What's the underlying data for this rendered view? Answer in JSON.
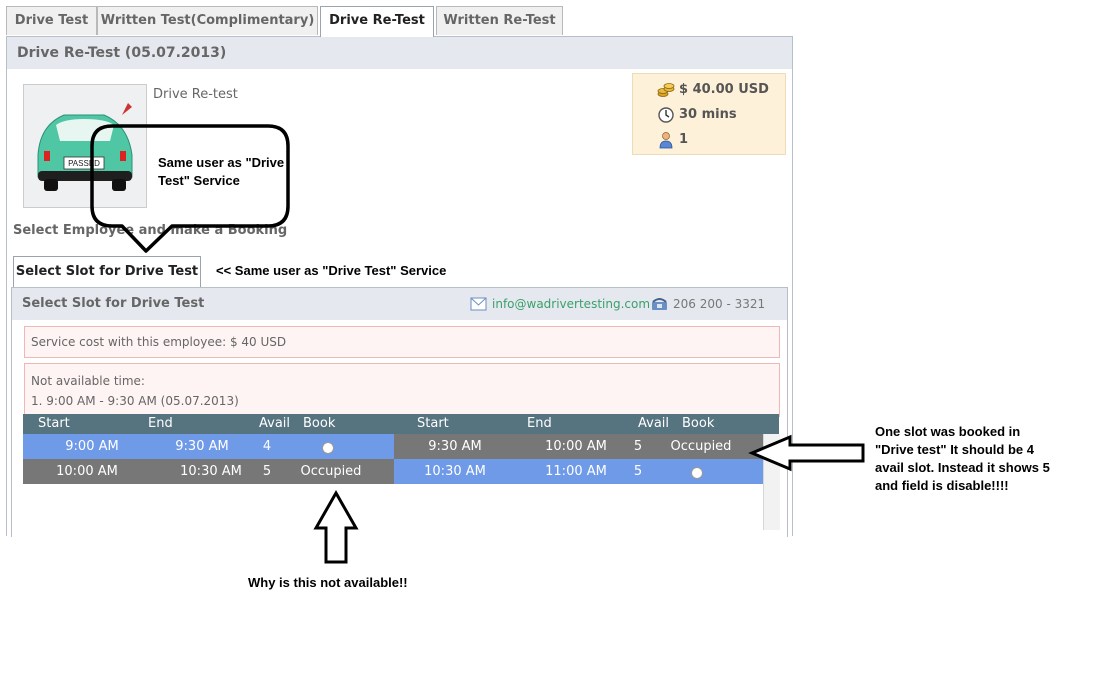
{
  "tabs": [
    {
      "label": "Drive Test",
      "active": false
    },
    {
      "label": "Written Test(Complimentary)",
      "active": false
    },
    {
      "label": "Drive Re-Test",
      "active": true
    },
    {
      "label": "Written Re-Test",
      "active": false
    }
  ],
  "panel": {
    "title": "Drive Re-Test (05.07.2013)",
    "service_name": "Drive Re-test",
    "thumb_plate": "PASSED",
    "price": "$ 40.00 USD",
    "duration": "30 mins",
    "capacity": "1",
    "select_employee_label": "Select Employee and make a Booking"
  },
  "inner": {
    "tab_label": "Select Slot for Drive Test",
    "title": "Select Slot for Drive Test",
    "email": "info@wadrivertesting.com",
    "phone": "206 200 - 3321",
    "service_cost": "Service cost with this employee: $ 40 USD",
    "not_available_label": "Not available time:",
    "not_available_item": "1. 9:00 AM - 9:30 AM (05.07.2013)"
  },
  "slot_table": {
    "headers": [
      "Start",
      "End",
      "Avail",
      "Book",
      "Start",
      "End",
      "Avail",
      "Book"
    ],
    "rows": [
      [
        {
          "start": "9:00 AM",
          "end": "9:30 AM",
          "avail": "4",
          "book": "radio",
          "bg": "#6f9ae8"
        },
        {
          "start": "9:30 AM",
          "end": "10:00 AM",
          "avail": "5",
          "book": "Occupied",
          "bg": "#777777"
        }
      ],
      [
        {
          "start": "10:00 AM",
          "end": "10:30 AM",
          "avail": "5",
          "book": "Occupied",
          "bg": "#777777"
        },
        {
          "start": "10:30 AM",
          "end": "11:00 AM",
          "avail": "5",
          "book": "radio",
          "bg": "#6f9ae8"
        }
      ]
    ]
  },
  "annotations": {
    "bubble_text": "Same user as \"Drive Test\" Service",
    "tab_note": "<< Same user as \"Drive Test\" Service",
    "right_note": "One slot was booked in \"Drive test\" It should be 4 avail slot. Instead it shows 5 and field is disable!!!!",
    "bottom_note": "Why is this not available!!"
  },
  "colors": {
    "header_bg": "#e5e9ef",
    "table_head": "#567380",
    "slot_free": "#6f9ae8",
    "slot_occupied": "#777777",
    "price_box": "#fdf1da"
  }
}
